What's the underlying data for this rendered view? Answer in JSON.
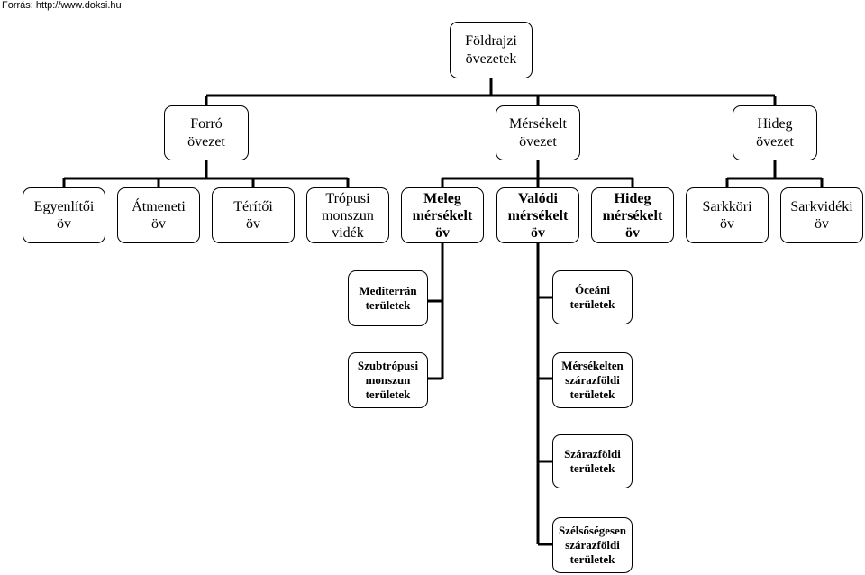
{
  "source": "Forrás: http://www.doksi.hu",
  "root": "Földrajzi\növezetek",
  "zones": {
    "hot": "Forró\növezet",
    "temperate": "Mérsékelt\növezet",
    "cold": "Hideg\növezet"
  },
  "belts": {
    "equatorial": "Egyenlítői\növ",
    "transitional": "Átmeneti\növ",
    "tropical": "Térítői\növ",
    "monsoon": "Trópusi\nmonszun\nvidék",
    "warm_temperate": "Meleg\nmérsékelt\növ",
    "true_temperate": "Valódi\nmérsékelt\növ",
    "cold_temperate": "Hideg\nmérsékelt\növ",
    "subpolar": "Sarkköri\növ",
    "polar": "Sarkvidéki\növ"
  },
  "areas": {
    "mediterranean": "Mediterrán\nterületek",
    "subtropical_monsoon": "Szubtrópusi\nmonszun\nterületek",
    "oceanic": "Óceáni\nterületek",
    "moderate_continental": "Mérsékelten\nszárazföldi\nterületek",
    "continental": "Szárazföldi\nterületek",
    "extreme_continental": "Szélsőségesen\nszárazföldi\nterületek"
  }
}
